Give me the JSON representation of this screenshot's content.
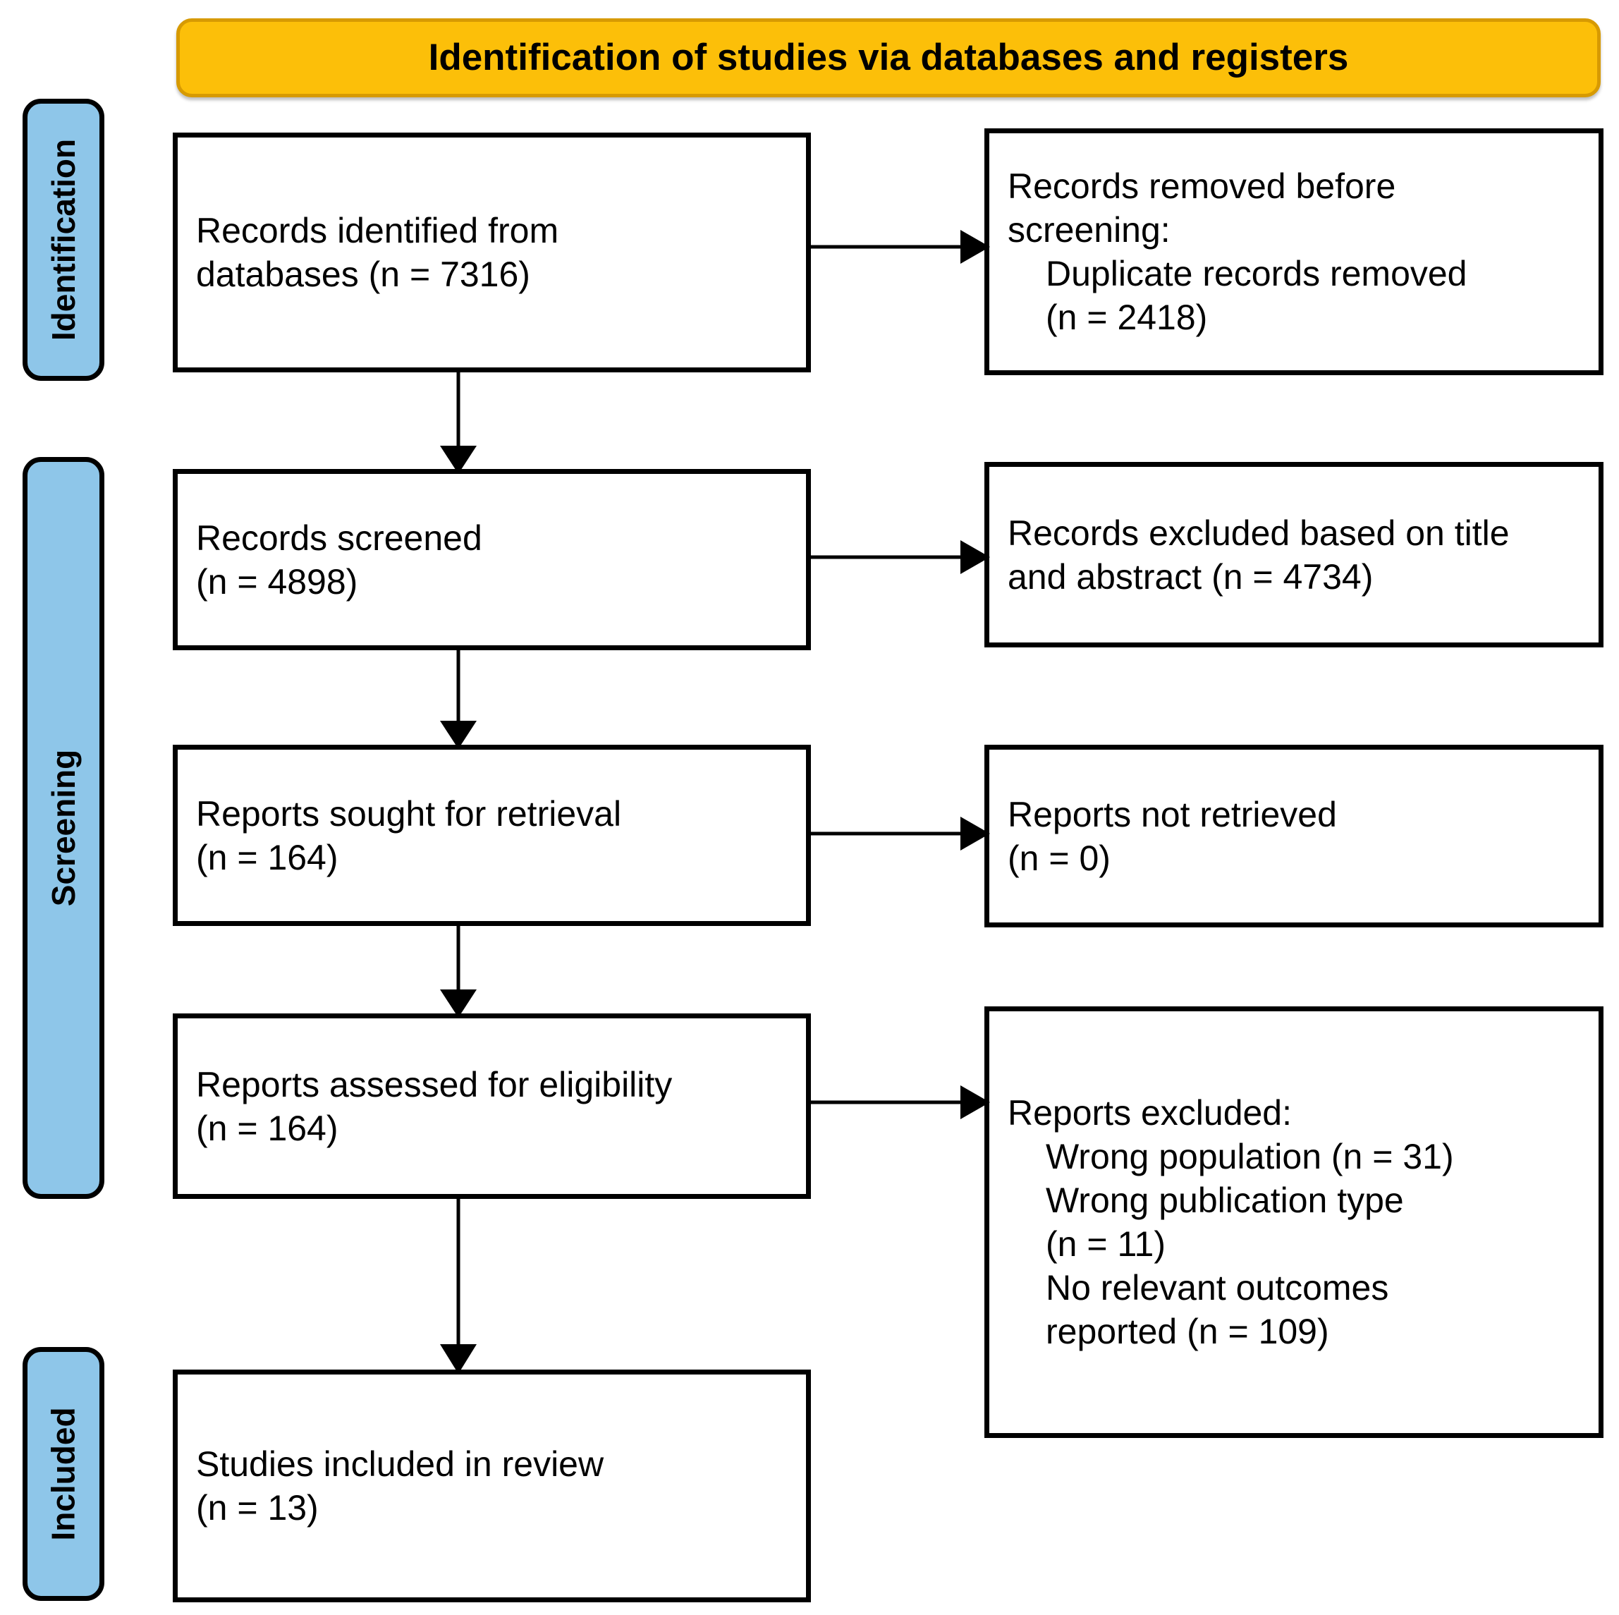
{
  "header": {
    "title": "Identification of studies via databases and registers"
  },
  "colors": {
    "header_fill": "#fcbf09",
    "header_border": "#d79a02",
    "stage_fill": "#8ec6e9",
    "box_border": "#000000",
    "box_fill": "#ffffff",
    "text": "#000000"
  },
  "stages": [
    {
      "id": "identification",
      "label": "Identification"
    },
    {
      "id": "screening",
      "label": "Screening"
    },
    {
      "id": "included",
      "label": "Included"
    }
  ],
  "boxes": {
    "identified": {
      "lines": [
        {
          "text": "Records identified from",
          "indent": false
        },
        {
          "text": "databases (n = 7316)",
          "indent": false
        }
      ]
    },
    "removed": {
      "lines": [
        {
          "text": "Records removed before",
          "indent": false
        },
        {
          "text": "screening:",
          "indent": false
        },
        {
          "text": "Duplicate records removed",
          "indent": true
        },
        {
          "text": "(n = 2418)",
          "indent": true
        }
      ]
    },
    "screened": {
      "lines": [
        {
          "text": "Records screened",
          "indent": false
        },
        {
          "text": "(n = 4898)",
          "indent": false
        }
      ]
    },
    "excluded_title_abstract": {
      "lines": [
        {
          "text": "Records excluded based on title",
          "indent": false
        },
        {
          "text": "and abstract (n = 4734)",
          "indent": false
        }
      ]
    },
    "sought": {
      "lines": [
        {
          "text": "Reports sought for retrieval",
          "indent": false
        },
        {
          "text": "(n = 164)",
          "indent": false
        }
      ]
    },
    "not_retrieved": {
      "lines": [
        {
          "text": "Reports not retrieved",
          "indent": false
        },
        {
          "text": "(n = 0)",
          "indent": false
        }
      ]
    },
    "assessed": {
      "lines": [
        {
          "text": "Reports assessed for eligibility",
          "indent": false
        },
        {
          "text": "(n = 164)",
          "indent": false
        }
      ]
    },
    "reports_excluded": {
      "lines": [
        {
          "text": "Reports excluded:",
          "indent": false
        },
        {
          "text": "Wrong population (n = 31)",
          "indent": true
        },
        {
          "text": "Wrong publication type",
          "indent": true
        },
        {
          "text": "(n = 11)",
          "indent": true
        },
        {
          "text": "No relevant outcomes",
          "indent": true
        },
        {
          "text": "reported (n = 109)",
          "indent": true
        }
      ]
    },
    "included": {
      "lines": [
        {
          "text": "Studies included in review",
          "indent": false
        },
        {
          "text": "(n = 13)",
          "indent": false
        }
      ]
    }
  },
  "chart_data": {
    "type": "diagram",
    "title": "Identification of studies via databases and registers",
    "flow": [
      {
        "stage": "Identification",
        "node": "Records identified from databases",
        "n": 7316
      },
      {
        "stage": "Identification",
        "node": "Records removed before screening: Duplicate records removed",
        "n": 2418
      },
      {
        "stage": "Screening",
        "node": "Records screened",
        "n": 4898
      },
      {
        "stage": "Screening",
        "node": "Records excluded based on title and abstract",
        "n": 4734
      },
      {
        "stage": "Screening",
        "node": "Reports sought for retrieval",
        "n": 164
      },
      {
        "stage": "Screening",
        "node": "Reports not retrieved",
        "n": 0
      },
      {
        "stage": "Screening",
        "node": "Reports assessed for eligibility",
        "n": 164
      },
      {
        "stage": "Screening",
        "node": "Reports excluded: Wrong population",
        "n": 31
      },
      {
        "stage": "Screening",
        "node": "Reports excluded: Wrong publication type",
        "n": 11
      },
      {
        "stage": "Screening",
        "node": "Reports excluded: No relevant outcomes reported",
        "n": 109
      },
      {
        "stage": "Included",
        "node": "Studies included in review",
        "n": 13
      }
    ]
  }
}
